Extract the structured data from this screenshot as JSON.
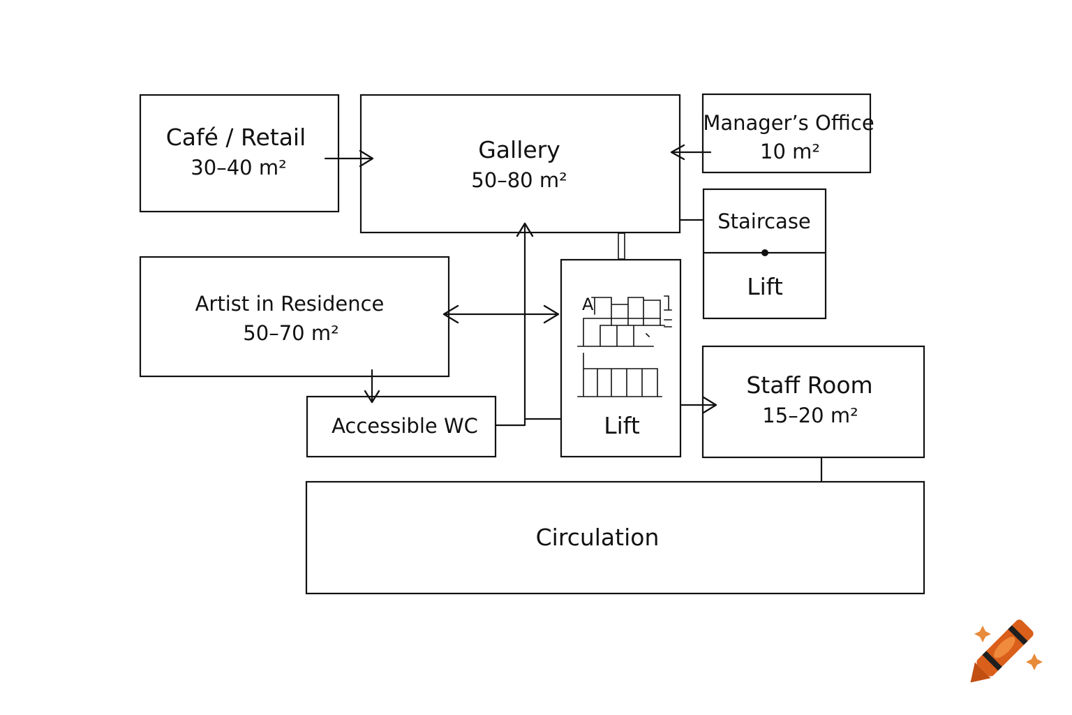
{
  "rooms": {
    "cafe": {
      "name": "Café / Retail",
      "area": "30–40 m²"
    },
    "gallery": {
      "name": "Gallery",
      "area": "50–80 m²"
    },
    "manager": {
      "name": "Manager’s Office",
      "area": "10 m²"
    },
    "staircase": {
      "name": "Staircase"
    },
    "lift_right": {
      "name": "Lift"
    },
    "artist": {
      "name": "Artist in Residence",
      "area": "50–70 m²"
    },
    "wc": {
      "name": "Accessible WC"
    },
    "lift_center": {
      "name": "Lift",
      "sketch_label": "A"
    },
    "staff": {
      "name": "Staff Room",
      "area": "15–20 m²"
    },
    "circulation": {
      "name": "Circulation"
    }
  },
  "colors": {
    "ink": "#111111",
    "badge": "#d95f1a"
  },
  "icons": {
    "badge": "crayon-icon"
  }
}
